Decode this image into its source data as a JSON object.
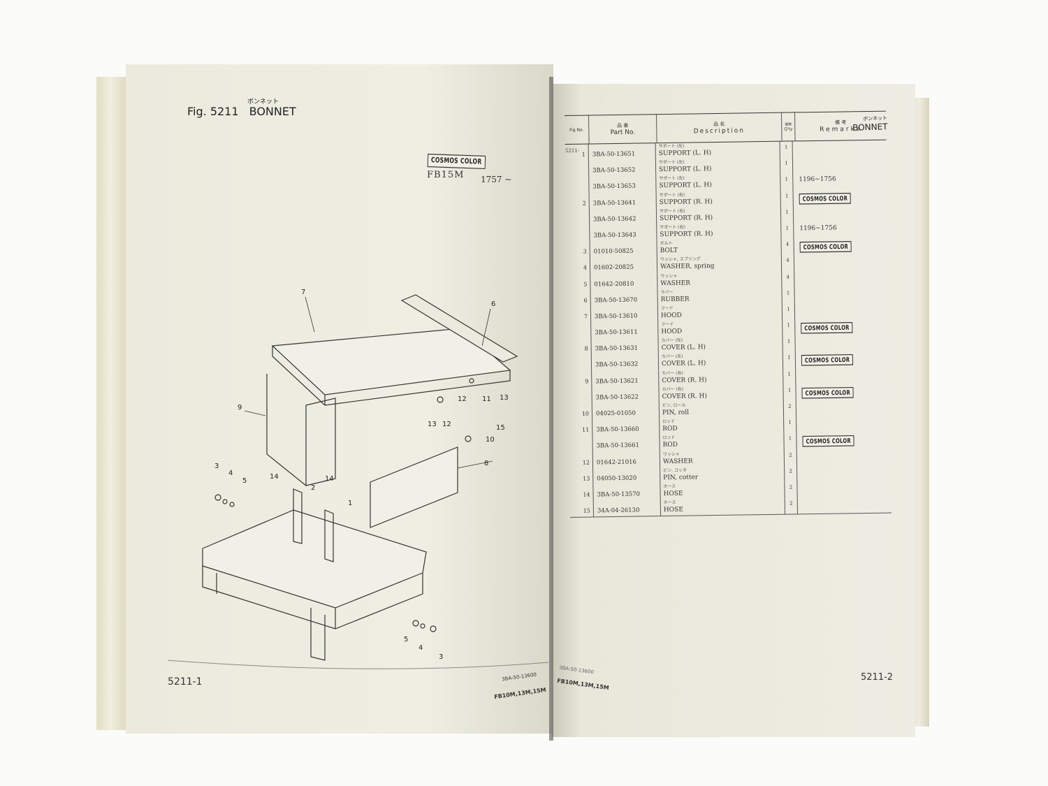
{
  "left_page": {
    "fig_label": "Fig. 5211",
    "title_jp": "ボンネット",
    "title": "BONNET",
    "stamp": "COSMOS COLOR",
    "model": "FB15M",
    "serial_range": "1757 ~",
    "callouts": [
      "7",
      "6",
      "9",
      "8",
      "12",
      "11",
      "13",
      "13",
      "12",
      "15",
      "10",
      "3",
      "4",
      "5",
      "14",
      "2",
      "14",
      "1",
      "5",
      "4",
      "3"
    ],
    "page_number": "5211-1",
    "assembly_no": "3BA-50-13600",
    "models": "FB10M,13M,15M"
  },
  "right_page": {
    "title_jp": "ボンネット",
    "title": "BONNET",
    "headers": {
      "ref": "Fig No.",
      "part_no_jp": "品 番",
      "part_no": "Part No.",
      "desc_jp": "品 名",
      "desc": "Description",
      "qty_jp": "個数",
      "qty": "Q'ty",
      "remarks_jp": "備 考",
      "remarks": "Remarks"
    },
    "fig_prefix": "5211-",
    "rows": [
      {
        "ref": "1",
        "part": "3BA-50-13651",
        "jp": "サポート (左)",
        "desc": "SUPPORT (L. H)",
        "qty": "1",
        "remark": "",
        "stamp": ""
      },
      {
        "ref": "",
        "part": "3BA-50-13652",
        "jp": "サポート (左)",
        "desc": "SUPPORT (L. H)",
        "qty": "1",
        "remark": "",
        "stamp": ""
      },
      {
        "ref": "",
        "part": "3BA-50-13653",
        "jp": "サポート (左)",
        "desc": "SUPPORT (L. H)",
        "qty": "1",
        "remark": "1196~1756",
        "stamp": ""
      },
      {
        "ref": "2",
        "part": "3BA-50-13641",
        "jp": "サポート (右)",
        "desc": "SUPPORT (R. H)",
        "qty": "1",
        "remark": "",
        "stamp": "COSMOS COLOR"
      },
      {
        "ref": "",
        "part": "3BA-50-13642",
        "jp": "サポート (右)",
        "desc": "SUPPORT (R. H)",
        "qty": "1",
        "remark": "",
        "stamp": ""
      },
      {
        "ref": "",
        "part": "3BA-50-13643",
        "jp": "サポート (右)",
        "desc": "SUPPORT (R. H)",
        "qty": "1",
        "remark": "1196~1756",
        "stamp": ""
      },
      {
        "ref": "3",
        "part": "01010-50825",
        "jp": "ボルト",
        "desc": "BOLT",
        "qty": "4",
        "remark": "",
        "stamp": "COSMOS COLOR"
      },
      {
        "ref": "4",
        "part": "01602-20825",
        "jp": "ワッシャ, スプリング",
        "desc": "WASHER, spring",
        "qty": "4",
        "remark": "",
        "stamp": ""
      },
      {
        "ref": "5",
        "part": "01642-20810",
        "jp": "ワッシャ",
        "desc": "WASHER",
        "qty": "4",
        "remark": "",
        "stamp": ""
      },
      {
        "ref": "6",
        "part": "3BA-50-13670",
        "jp": "ラバー",
        "desc": "RUBBER",
        "qty": "1",
        "remark": "",
        "stamp": ""
      },
      {
        "ref": "7",
        "part": "3BA-50-13610",
        "jp": "フード",
        "desc": "HOOD",
        "qty": "1",
        "remark": "",
        "stamp": ""
      },
      {
        "ref": "",
        "part": "3BA-50-13611",
        "jp": "フード",
        "desc": "HOOD",
        "qty": "1",
        "remark": "",
        "stamp": "COSMOS COLOR"
      },
      {
        "ref": "8",
        "part": "3BA-50-13631",
        "jp": "カバー (左)",
        "desc": "COVER (L. H)",
        "qty": "1",
        "remark": "",
        "stamp": ""
      },
      {
        "ref": "",
        "part": "3BA-50-13632",
        "jp": "カバー (左)",
        "desc": "COVER (L. H)",
        "qty": "1",
        "remark": "",
        "stamp": "COSMOS COLOR"
      },
      {
        "ref": "9",
        "part": "3BA-50-13621",
        "jp": "カバー (右)",
        "desc": "COVER (R. H)",
        "qty": "1",
        "remark": "",
        "stamp": ""
      },
      {
        "ref": "",
        "part": "3BA-50-13622",
        "jp": "カバー (右)",
        "desc": "COVER (R. H)",
        "qty": "1",
        "remark": "",
        "stamp": "COSMOS COLOR"
      },
      {
        "ref": "10",
        "part": "04025-01050",
        "jp": "ピン, ロール",
        "desc": "PIN, roll",
        "qty": "2",
        "remark": "",
        "stamp": ""
      },
      {
        "ref": "11",
        "part": "3BA-50-13660",
        "jp": "ロッド",
        "desc": "ROD",
        "qty": "1",
        "remark": "",
        "stamp": ""
      },
      {
        "ref": "",
        "part": "3BA-50-13661",
        "jp": "ロッド",
        "desc": "ROD",
        "qty": "1",
        "remark": "",
        "stamp": "COSMOS COLOR"
      },
      {
        "ref": "12",
        "part": "01642-21016",
        "jp": "ワッシャ",
        "desc": "WASHER",
        "qty": "2",
        "remark": "",
        "stamp": ""
      },
      {
        "ref": "13",
        "part": "04050-13020",
        "jp": "ピン, コッタ",
        "desc": "PIN, cotter",
        "qty": "2",
        "remark": "",
        "stamp": ""
      },
      {
        "ref": "14",
        "part": "3BA-50-13570",
        "jp": "ホース",
        "desc": "HOSE",
        "qty": "2",
        "remark": "",
        "stamp": ""
      },
      {
        "ref": "15",
        "part": "34A-04-26130",
        "jp": "ホース",
        "desc": "HOSE",
        "qty": "2",
        "remark": "",
        "stamp": ""
      }
    ],
    "assembly_no": "3BA-50-13600",
    "models": "FB10M,13M,15M",
    "page_number": "5211-2"
  }
}
